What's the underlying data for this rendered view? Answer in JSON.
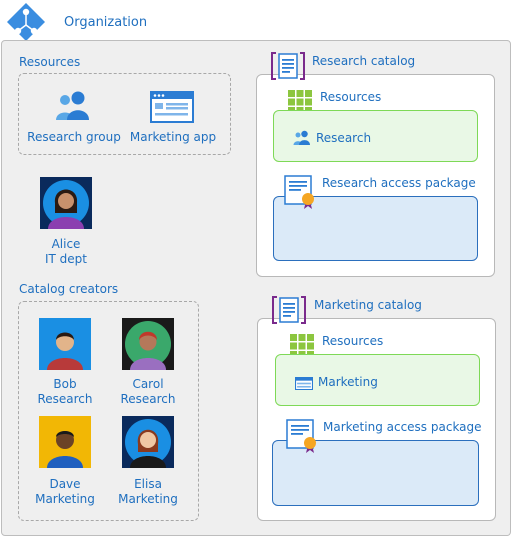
{
  "organization": {
    "title": "Organization"
  },
  "resources": {
    "title": "Resources",
    "items": [
      {
        "label": "Research group",
        "icon": "group-icon"
      },
      {
        "label": "Marketing app",
        "icon": "app-window-icon"
      }
    ]
  },
  "alice": {
    "name": "Alice",
    "dept": "IT dept"
  },
  "catalog_creators": {
    "title": "Catalog creators",
    "people": [
      {
        "name": "Bob",
        "dept": "Research"
      },
      {
        "name": "Carol",
        "dept": "Research"
      },
      {
        "name": "Dave",
        "dept": "Marketing"
      },
      {
        "name": "Elisa",
        "dept": "Marketing"
      }
    ]
  },
  "research_catalog": {
    "title": "Research catalog",
    "resources_label": "Resources",
    "resource_item": "Research",
    "package_label": "Research access package"
  },
  "marketing_catalog": {
    "title": "Marketing catalog",
    "resources_label": "Resources",
    "resource_item": "Marketing",
    "package_label": "Marketing access package"
  },
  "colors": {
    "text_blue": "#1f6fbf",
    "panel_gray": "#efefef",
    "resource_green": "#7ed957",
    "package_blue": "#2b6fbd",
    "catalog_purple": "#7a2a8c"
  }
}
